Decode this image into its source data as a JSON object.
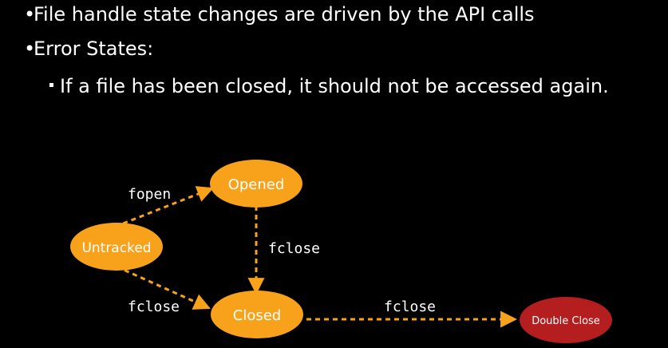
{
  "slide": {
    "bullets": [
      {
        "marker": "•",
        "text": "File handle state changes are driven by the API calls"
      },
      {
        "marker": "•",
        "text": "Error States:"
      },
      {
        "marker": "▪",
        "text": "If a file has been closed, it should not be accessed again."
      }
    ]
  },
  "diagram": {
    "nodes": {
      "opened": "Opened",
      "untracked": "Untracked",
      "closed": "Closed",
      "double_close": "Double Close"
    },
    "edges": {
      "untracked_opened": "fopen",
      "opened_closed": "fclose",
      "untracked_closed": "fclose",
      "closed_double": "fclose"
    },
    "colors": {
      "node_fill": "#F7A21A",
      "error_fill": "#B51E1E",
      "edge_stroke": "#F7A21A",
      "text": "#ffffff"
    }
  }
}
